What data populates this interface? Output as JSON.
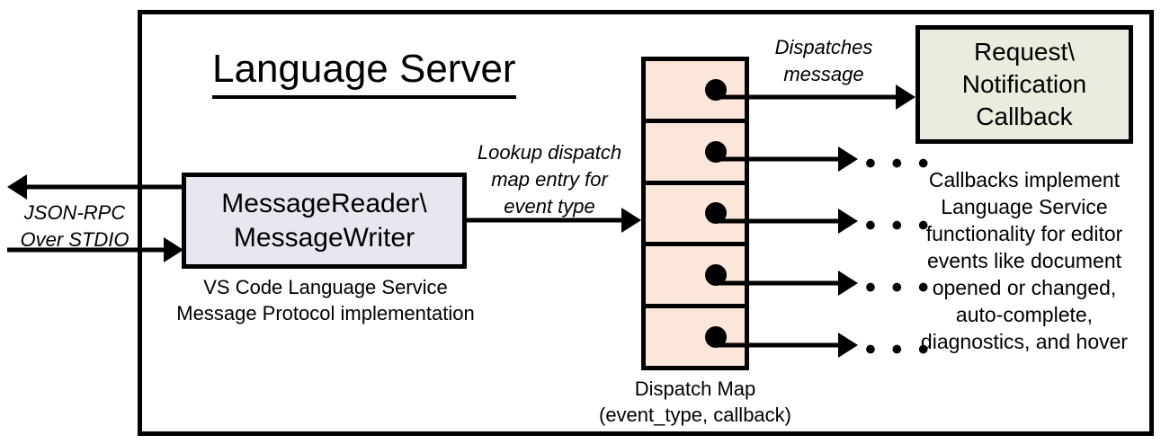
{
  "diagram": {
    "title": "Language Server",
    "outer_container_name": "Language Server"
  },
  "message_node": {
    "label": "MessageReader\\\nMessageWriter",
    "caption": "VS Code Language Service\nMessage Protocol implementation",
    "fill_color": "#EAE6F0"
  },
  "dispatch_map": {
    "caption": "Dispatch Map\n(event_type, callback)",
    "fill_color": "#FBE7DA",
    "rows": [
      {
        "index": 1,
        "ellipsis": ""
      },
      {
        "index": 2,
        "ellipsis": "• • •"
      },
      {
        "index": 3,
        "ellipsis": "• • •"
      },
      {
        "index": 4,
        "ellipsis": "• • •"
      },
      {
        "index": 5,
        "ellipsis": "• • •"
      }
    ]
  },
  "callback_node": {
    "label": "Request\\\nNotification\nCallback",
    "caption": "Callbacks implement Language Service functionality for editor events like document opened or changed, auto-complete, diagnostics, and hover",
    "fill_color": "#E8EDE0"
  },
  "edges": {
    "external_io_label": "JSON-RPC\nOver STDIO",
    "lookup_label": "Lookup dispatch\nmap entry for\nevent type",
    "dispatches_label": "Dispatches\nmessage"
  },
  "colors": {
    "stroke": "#000000",
    "background": "#FFFFFF"
  }
}
